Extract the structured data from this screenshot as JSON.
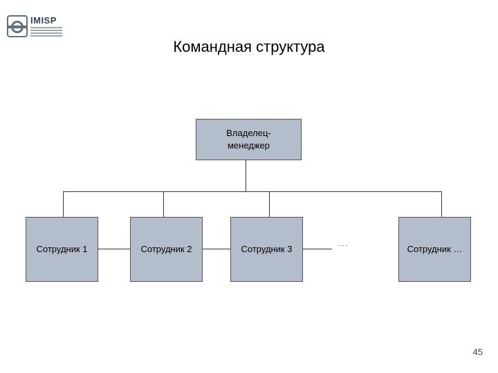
{
  "logo": {
    "text": "IMISP"
  },
  "slide": {
    "title": "Командная структура",
    "page_number": "45"
  },
  "diagram": {
    "owner": {
      "line1": "Владелец-",
      "line2": "менеджер"
    },
    "employees": [
      "Сотрудник 1",
      "Сотрудник 2",
      "Сотрудник 3",
      "Сотрудник …"
    ],
    "ellipsis": "…."
  }
}
